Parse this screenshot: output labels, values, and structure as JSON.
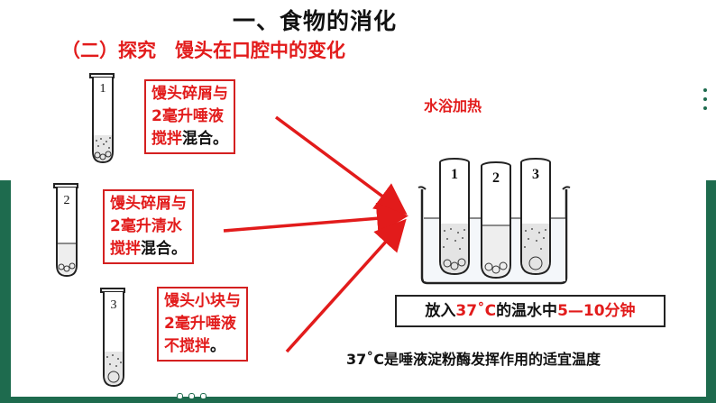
{
  "slide": {
    "title": "一、食物的消化",
    "subtitle": "（二）探究　馒头在口腔中的变化"
  },
  "tubes": [
    {
      "number": "1",
      "lines": [
        [
          {
            "text": "馒头碎屑与",
            "color": "red"
          }
        ],
        [
          {
            "text": "2毫升唾液",
            "color": "red"
          }
        ],
        [
          {
            "text": "搅拌",
            "color": "red"
          },
          {
            "text": "混合。",
            "color": "black"
          }
        ]
      ]
    },
    {
      "number": "2",
      "lines": [
        [
          {
            "text": "馒头碎屑与",
            "color": "red"
          }
        ],
        [
          {
            "text": "2毫升清水",
            "color": "red"
          }
        ],
        [
          {
            "text": "搅拌",
            "color": "red"
          },
          {
            "text": "混合。",
            "color": "black"
          }
        ]
      ]
    },
    {
      "number": "3",
      "lines": [
        [
          {
            "text": "馒头小块与",
            "color": "red"
          }
        ],
        [
          {
            "text": "2毫升唾液",
            "color": "red"
          }
        ],
        [
          {
            "text": "不搅拌",
            "color": "red"
          },
          {
            "text": "。",
            "color": "black"
          }
        ]
      ]
    }
  ],
  "water_bath": {
    "label": "水浴加热",
    "tube_numbers": [
      "1",
      "2",
      "3"
    ]
  },
  "temperature_box": {
    "parts": [
      {
        "text": "放入",
        "color": "black"
      },
      {
        "text": "37˚C",
        "color": "red"
      },
      {
        "text": "的温水中",
        "color": "black"
      },
      {
        "text": "5—10分钟",
        "color": "red"
      }
    ]
  },
  "note": "37˚C是唾液淀粉酶发挥作用的适宜温度",
  "colors": {
    "accent_red": "#e21b1b",
    "theme_green": "#1e6b4e"
  }
}
